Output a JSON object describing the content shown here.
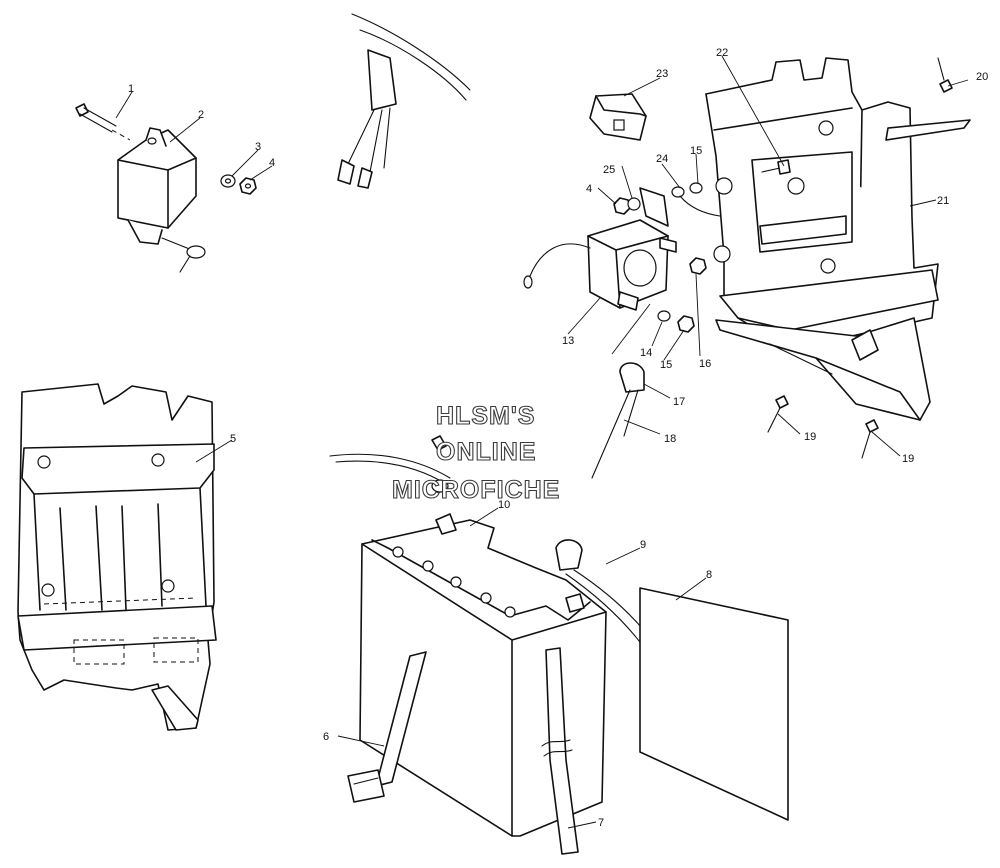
{
  "watermark": {
    "line1": "HLSM'S",
    "line2": "ONLINE",
    "line3": "MICROFICHE"
  },
  "callouts": [
    {
      "id": "c1",
      "label": "1"
    },
    {
      "id": "c2",
      "label": "2"
    },
    {
      "id": "c3",
      "label": "3"
    },
    {
      "id": "c4a",
      "label": "4"
    },
    {
      "id": "c5",
      "label": "5"
    },
    {
      "id": "c6",
      "label": "6"
    },
    {
      "id": "c7",
      "label": "7"
    },
    {
      "id": "c8",
      "label": "8"
    },
    {
      "id": "c9",
      "label": "9"
    },
    {
      "id": "c10",
      "label": "10"
    },
    {
      "id": "c13",
      "label": "13"
    },
    {
      "id": "c14",
      "label": "14"
    },
    {
      "id": "c15a",
      "label": "15"
    },
    {
      "id": "c15b",
      "label": "15"
    },
    {
      "id": "c16",
      "label": "16"
    },
    {
      "id": "c17",
      "label": "17"
    },
    {
      "id": "c18",
      "label": "18"
    },
    {
      "id": "c19a",
      "label": "19"
    },
    {
      "id": "c19b",
      "label": "19"
    },
    {
      "id": "c20",
      "label": "20"
    },
    {
      "id": "c21",
      "label": "21"
    },
    {
      "id": "c22",
      "label": "22"
    },
    {
      "id": "c23",
      "label": "23"
    },
    {
      "id": "c24",
      "label": "24"
    },
    {
      "id": "c25",
      "label": "25"
    },
    {
      "id": "c4b",
      "label": "4"
    }
  ],
  "colors": {
    "line": "#111111",
    "background": "#ffffff",
    "watermark_outline": "#3a3a3a"
  }
}
